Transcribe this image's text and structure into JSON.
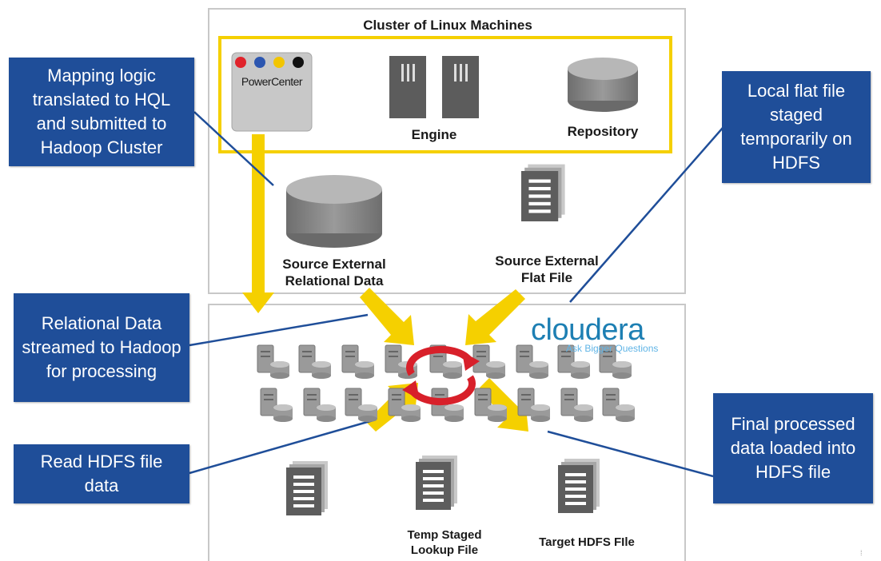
{
  "cluster": {
    "title": "Cluster of Linux  Machines"
  },
  "powercenter": {
    "label": "PowerCenter",
    "dot_colors": [
      "#e0232b",
      "#2c56b0",
      "#f2c500",
      "#111111"
    ]
  },
  "engine": {
    "label": "Engine"
  },
  "repository": {
    "label": "Repository"
  },
  "source_relational": {
    "label": "Source External\nRelational Data"
  },
  "source_flat": {
    "label": "Source External\nFlat File"
  },
  "cloudera": {
    "name": "cloudera",
    "tagline": "Ask Bigger Questions"
  },
  "hdfs_files": {
    "temp_lookup": "Temp Staged\nLookup File",
    "target": "Target HDFS FIle"
  },
  "callouts": {
    "mapping": "Mapping logic translated to HQL and submitted to Hadoop Cluster",
    "local_flat": "Local flat file staged temporarily on HDFS",
    "relational_stream": "Relational Data streamed to Hadoop for processing",
    "read_hdfs": "Read HDFS file data",
    "final": "Final processed data loaded into HDFS file"
  },
  "colors": {
    "callout_bg": "#1f4e99",
    "arrow": "#f5d000",
    "server": "#8e8e8e",
    "cycle": "#d8202a"
  }
}
